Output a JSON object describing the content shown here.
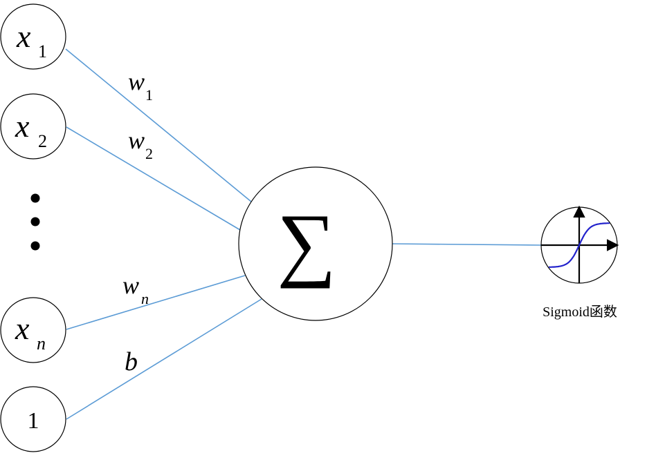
{
  "diagram": {
    "type": "perceptron-neuron",
    "inputs": [
      {
        "id": "x1",
        "symbol": "x",
        "subscript": "1",
        "weight_symbol": "w",
        "weight_subscript": "1"
      },
      {
        "id": "x2",
        "symbol": "x",
        "subscript": "2",
        "weight_symbol": "w",
        "weight_subscript": "2"
      },
      {
        "id": "xn",
        "symbol": "x",
        "subscript": "n",
        "weight_symbol": "w",
        "weight_subscript": "n"
      },
      {
        "id": "bias",
        "symbol": "1",
        "subscript": "",
        "weight_symbol": "b",
        "weight_subscript": ""
      }
    ],
    "ellipsis": "⋮",
    "summation": {
      "symbol": "∑"
    },
    "activation": {
      "label": "Sigmoid函数",
      "curve_color": "#2222cc"
    },
    "edge_color": "#5b9bd5"
  }
}
